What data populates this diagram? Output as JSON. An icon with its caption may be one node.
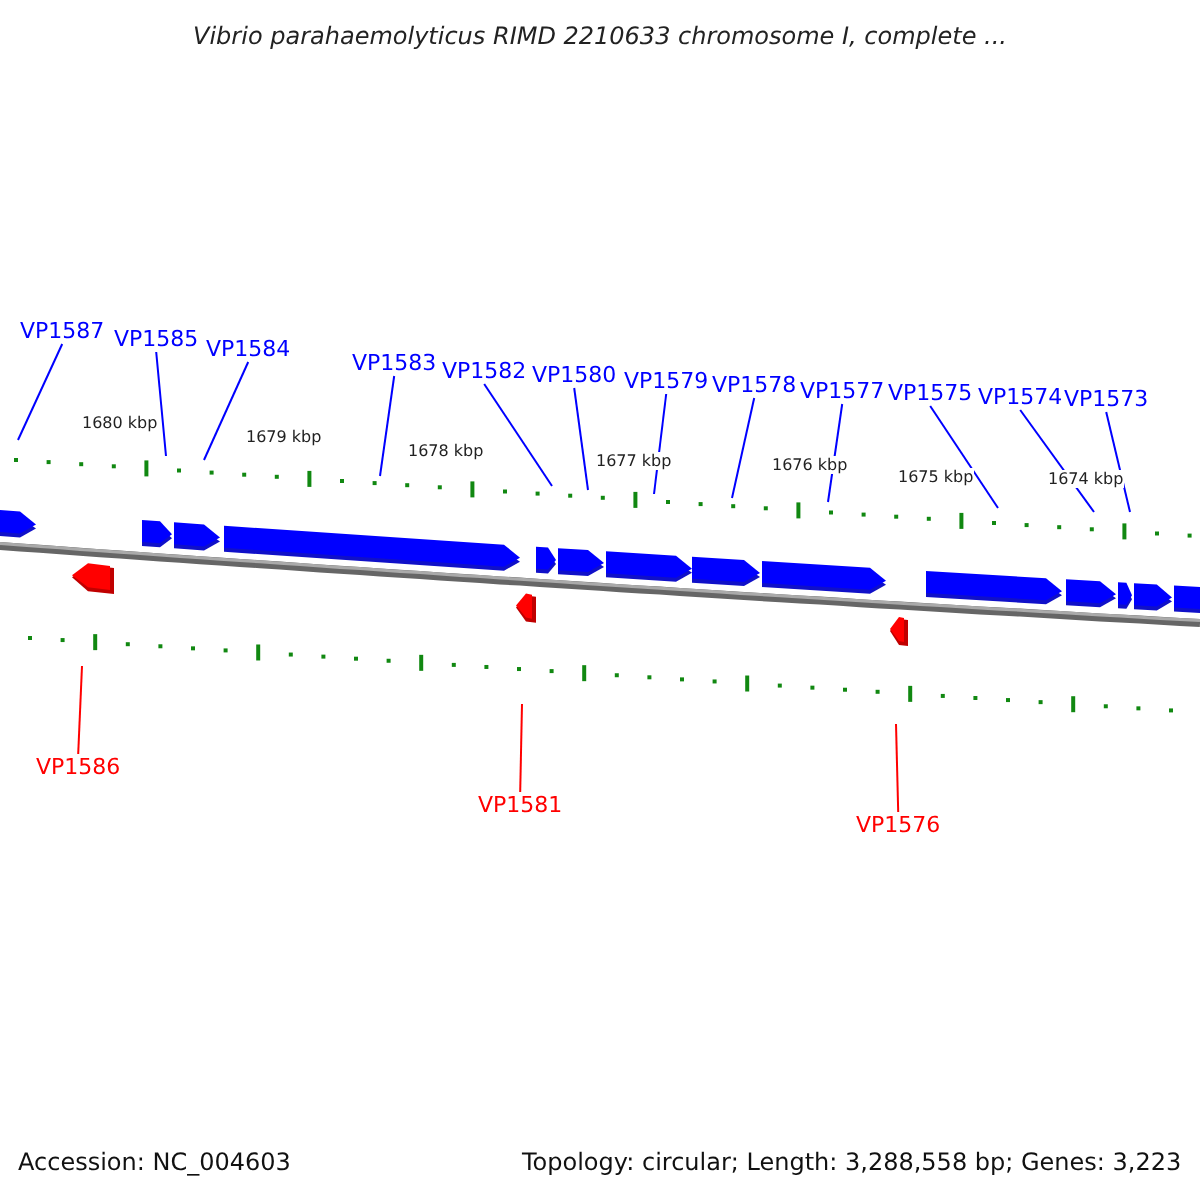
{
  "diagram": {
    "title": "Vibrio parahaemolyticus RIMD 2210633 chromosome I, complete ...",
    "nodes": [
      {
        "text": [
          "VP1587"
        ]
      },
      {
        "text": [
          "VP1585"
        ]
      },
      {
        "text": [
          "VP1584"
        ]
      },
      {
        "text": [
          "VP1583"
        ]
      },
      {
        "text": [
          "VP1582"
        ]
      },
      {
        "text": [
          "VP1580"
        ]
      },
      {
        "text": [
          "VP1579"
        ]
      },
      {
        "text": [
          "VP1578"
        ]
      },
      {
        "text": [
          "VP1577"
        ]
      },
      {
        "text": [
          "VP1575"
        ]
      },
      {
        "text": [
          "VP1574"
        ]
      },
      {
        "text": [
          "VP1573"
        ]
      },
      {
        "text": [
          "VP1586"
        ]
      },
      {
        "text": [
          "VP1581"
        ]
      },
      {
        "text": [
          "VP1576"
        ]
      }
    ],
    "edges": [
      {
        "from": 0,
        "to": null,
        "arrow": "none"
      },
      {
        "from": 1,
        "to": null,
        "arrow": "none"
      },
      {
        "from": 2,
        "to": null,
        "arrow": "none"
      },
      {
        "from": 3,
        "to": null,
        "arrow": "none"
      },
      {
        "from": 4,
        "to": null,
        "arrow": "none"
      },
      {
        "from": 5,
        "to": null,
        "arrow": "none"
      },
      {
        "from": 6,
        "to": null,
        "arrow": "none"
      },
      {
        "from": 7,
        "to": null,
        "arrow": "none"
      },
      {
        "from": 8,
        "to": null,
        "arrow": "none"
      },
      {
        "from": 9,
        "to": null,
        "arrow": "none"
      },
      {
        "from": 10,
        "to": null,
        "arrow": "none"
      },
      {
        "from": 11,
        "to": null,
        "arrow": "none"
      },
      {
        "from": 12,
        "to": null,
        "arrow": "none",
        "color": "#ff0000"
      },
      {
        "from": 13,
        "to": null,
        "arrow": "none",
        "color": "#ff0000"
      },
      {
        "from": 14,
        "to": null,
        "arrow": "none",
        "color": "#ff0000"
      }
    ],
    "labels": [
      "1680 kbp",
      "1679 kbp",
      "1678 kbp",
      "1677 kbp",
      "1676 kbp",
      "1675 kbp",
      "1674 kbp",
      "Accession: NC_004603",
      "Topology: circular; Length: 3,288,558 bp; Genes: 3,223"
    ]
  }
}
